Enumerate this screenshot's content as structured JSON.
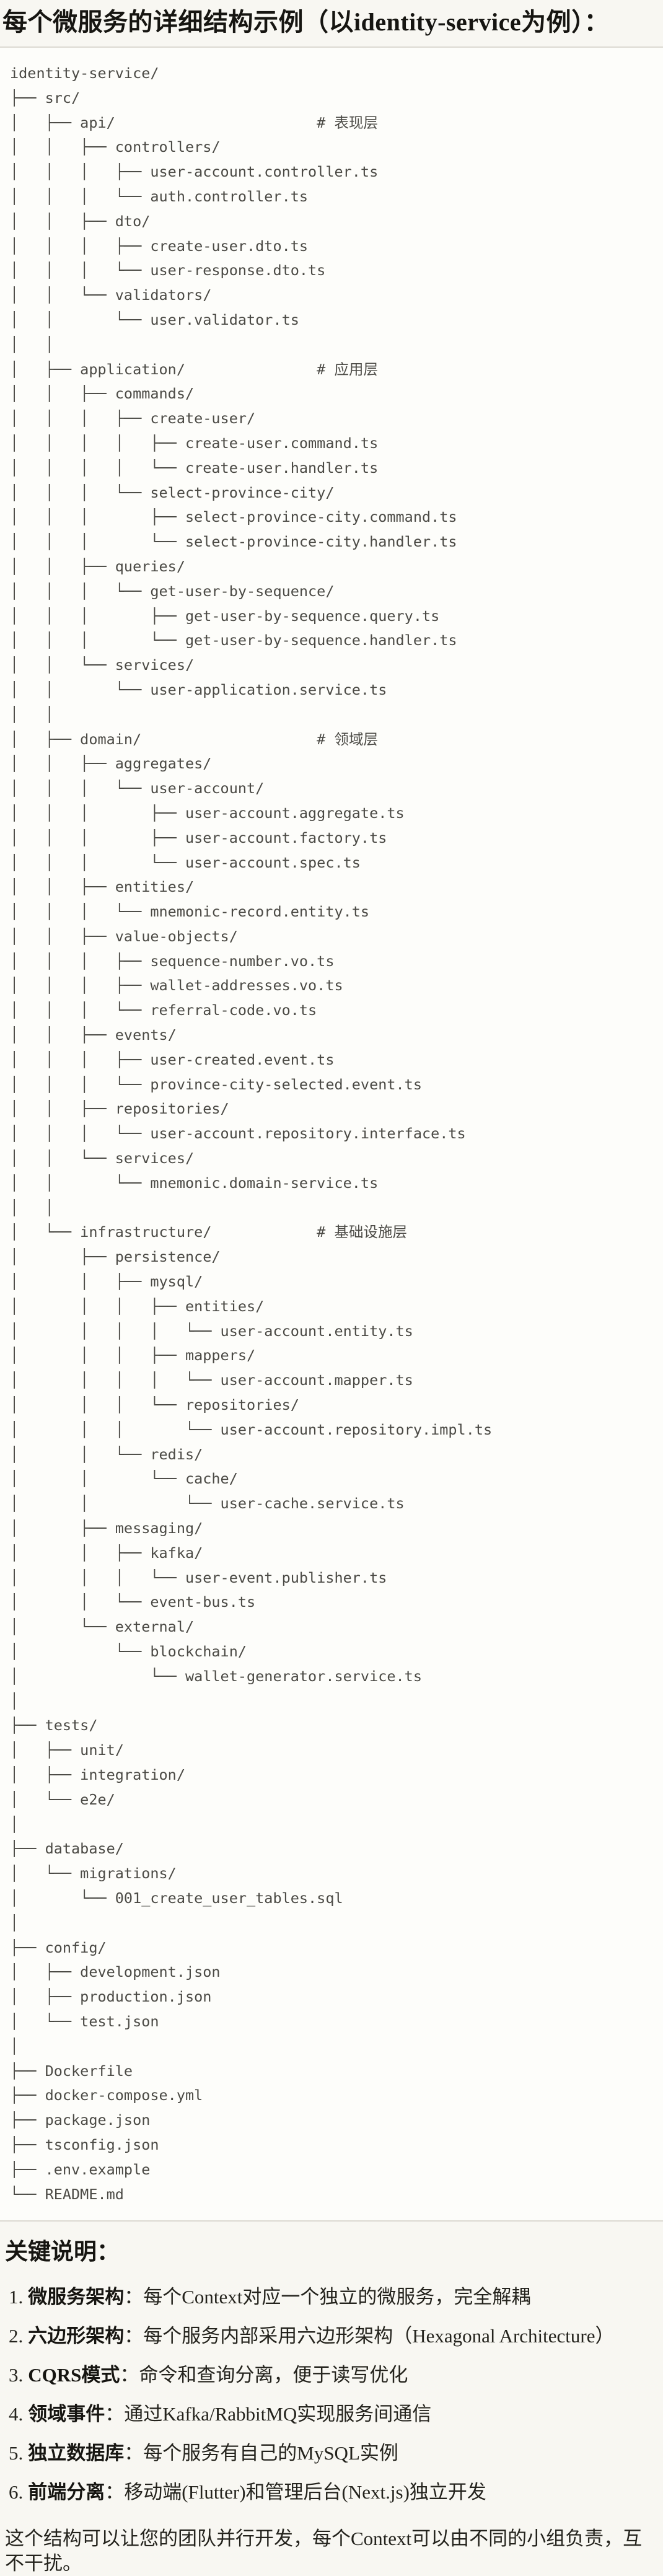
{
  "title": "每个微服务的详细结构示例（以identity-service为例）：",
  "code_block": {
    "tree_lines": [
      "identity-service/",
      "├── src/",
      "│   ├── api/                       # 表现层",
      "│   │   ├── controllers/",
      "│   │   │   ├── user-account.controller.ts",
      "│   │   │   └── auth.controller.ts",
      "│   │   ├── dto/",
      "│   │   │   ├── create-user.dto.ts",
      "│   │   │   └── user-response.dto.ts",
      "│   │   └── validators/",
      "│   │       └── user.validator.ts",
      "│   │",
      "│   ├── application/               # 应用层",
      "│   │   ├── commands/",
      "│   │   │   ├── create-user/",
      "│   │   │   │   ├── create-user.command.ts",
      "│   │   │   │   └── create-user.handler.ts",
      "│   │   │   └── select-province-city/",
      "│   │   │       ├── select-province-city.command.ts",
      "│   │   │       └── select-province-city.handler.ts",
      "│   │   ├── queries/",
      "│   │   │   └── get-user-by-sequence/",
      "│   │   │       ├── get-user-by-sequence.query.ts",
      "│   │   │       └── get-user-by-sequence.handler.ts",
      "│   │   └── services/",
      "│   │       └── user-application.service.ts",
      "│   │",
      "│   ├── domain/                    # 领域层",
      "│   │   ├── aggregates/",
      "│   │   │   └── user-account/",
      "│   │   │       ├── user-account.aggregate.ts",
      "│   │   │       ├── user-account.factory.ts",
      "│   │   │       └── user-account.spec.ts",
      "│   │   ├── entities/",
      "│   │   │   └── mnemonic-record.entity.ts",
      "│   │   ├── value-objects/",
      "│   │   │   ├── sequence-number.vo.ts",
      "│   │   │   ├── wallet-addresses.vo.ts",
      "│   │   │   └── referral-code.vo.ts",
      "│   │   ├── events/",
      "│   │   │   ├── user-created.event.ts",
      "│   │   │   └── province-city-selected.event.ts",
      "│   │   ├── repositories/",
      "│   │   │   └── user-account.repository.interface.ts",
      "│   │   └── services/",
      "│   │       └── mnemonic.domain-service.ts",
      "│   │",
      "│   └── infrastructure/            # 基础设施层",
      "│       ├── persistence/",
      "│       │   ├── mysql/",
      "│       │   │   ├── entities/",
      "│       │   │   │   └── user-account.entity.ts",
      "│       │   │   ├── mappers/",
      "│       │   │   │   └── user-account.mapper.ts",
      "│       │   │   └── repositories/",
      "│       │   │       └── user-account.repository.impl.ts",
      "│       │   └── redis/",
      "│       │       └── cache/",
      "│       │           └── user-cache.service.ts",
      "│       ├── messaging/",
      "│       │   ├── kafka/",
      "│       │   │   └── user-event.publisher.ts",
      "│       │   └── event-bus.ts",
      "│       └── external/",
      "│           └── blockchain/",
      "│               └── wallet-generator.service.ts",
      "│",
      "├── tests/",
      "│   ├── unit/",
      "│   ├── integration/",
      "│   └── e2e/",
      "│",
      "├── database/",
      "│   └── migrations/",
      "│       └── 001_create_user_tables.sql",
      "│",
      "├── config/",
      "│   ├── development.json",
      "│   ├── production.json",
      "│   └── test.json",
      "│",
      "├── Dockerfile",
      "├── docker-compose.yml",
      "├── package.json",
      "├── tsconfig.json",
      "├── .env.example",
      "└── README.md"
    ]
  },
  "notes": {
    "heading": "关键说明：",
    "items": [
      {
        "num": "1.",
        "label": "微服务架构",
        "text": "：每个Context对应一个独立的微服务，完全解耦"
      },
      {
        "num": "2.",
        "label": "六边形架构",
        "text": "：每个服务内部采用六边形架构（Hexagonal Architecture）"
      },
      {
        "num": "3.",
        "label": "CQRS模式",
        "text": "：命令和查询分离，便于读写优化"
      },
      {
        "num": "4.",
        "label": "领域事件",
        "text": "：通过Kafka/RabbitMQ实现服务间通信"
      },
      {
        "num": "5.",
        "label": "独立数据库",
        "text": "：每个服务有自己的MySQL实例"
      },
      {
        "num": "6.",
        "label": "前端分离",
        "text": "：移动端(Flutter)和管理后台(Next.js)独立开发"
      }
    ],
    "closing": "这个结构可以让您的团队并行开发，每个Context可以由不同的小组负责，互不干扰。"
  }
}
